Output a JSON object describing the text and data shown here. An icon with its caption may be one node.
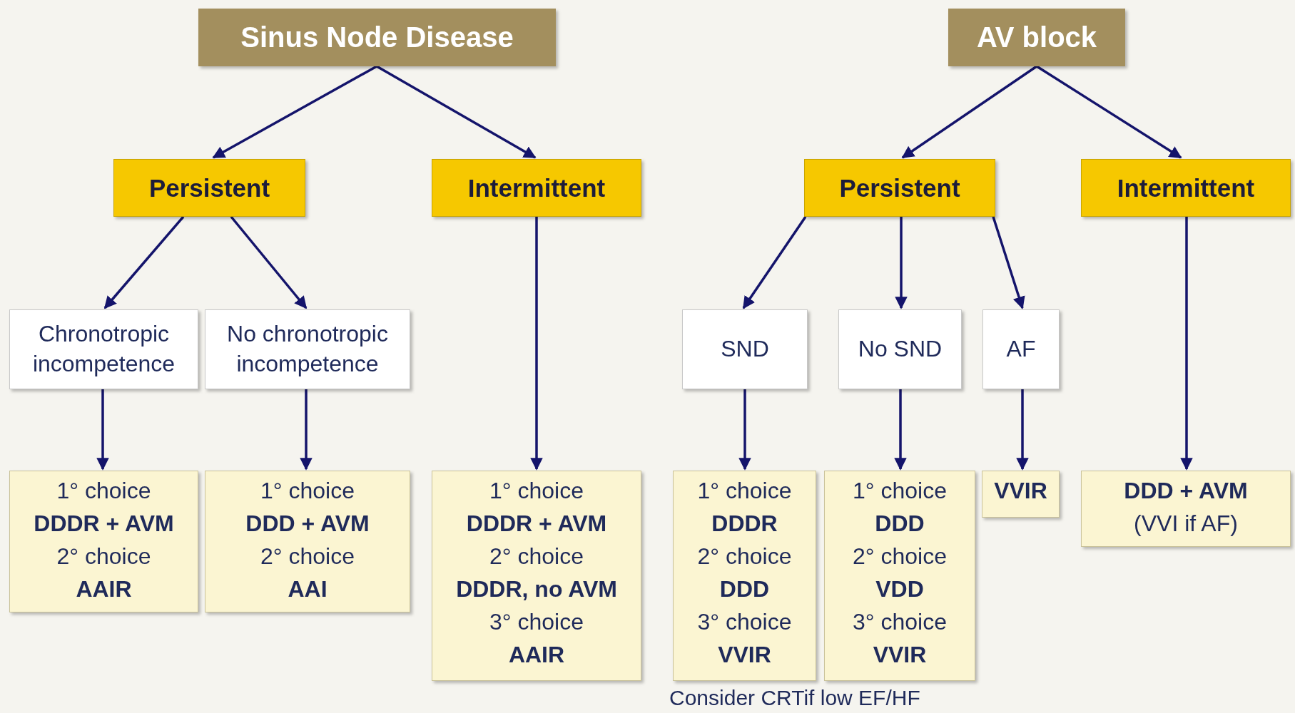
{
  "diagram": {
    "nodes": [
      {
        "text": [
          "Sinus Node Disease"
        ]
      },
      {
        "text": [
          "AV block"
        ]
      },
      {
        "text": [
          "Persistent"
        ]
      },
      {
        "text": [
          "Intermittent"
        ]
      },
      {
        "text": [
          "Chronotropic incompetence"
        ]
      },
      {
        "text": [
          "No chronotropic incompetence"
        ]
      },
      {
        "text": [
          "1° choice",
          "DDDR + AVM",
          "2° choice",
          "AAIR"
        ]
      },
      {
        "text": [
          "1° choice",
          "DDD + AVM",
          "2° choice",
          "AAI"
        ]
      },
      {
        "text": [
          "1° choice",
          "DDDR + AVM",
          "2° choice",
          "DDDR, no AVM",
          "3° choice",
          "AAIR"
        ]
      },
      {
        "text": [
          "Persistent"
        ]
      },
      {
        "text": [
          "Intermittent"
        ]
      },
      {
        "text": [
          "SND"
        ]
      },
      {
        "text": [
          "No SND"
        ]
      },
      {
        "text": [
          "AF"
        ]
      },
      {
        "text": [
          "1° choice",
          "DDDR",
          "2° choice",
          "DDD",
          "3° choice",
          "VVIR"
        ]
      },
      {
        "text": [
          "1° choice",
          "DDD",
          "2° choice",
          "VDD",
          "3° choice",
          "VVIR"
        ]
      },
      {
        "text": [
          "VVIR"
        ]
      },
      {
        "text": [
          "DDD + AVM",
          "(VVI if AF)"
        ]
      }
    ],
    "edges": [
      {
        "from": 0,
        "to": 2,
        "arrow": "to"
      },
      {
        "from": 0,
        "to": 3,
        "arrow": "to"
      },
      {
        "from": 1,
        "to": 9,
        "arrow": "to"
      },
      {
        "from": 1,
        "to": 10,
        "arrow": "to"
      },
      {
        "from": 2,
        "to": 4,
        "arrow": "to"
      },
      {
        "from": 2,
        "to": 5,
        "arrow": "to"
      },
      {
        "from": 3,
        "to": 8,
        "arrow": "to"
      },
      {
        "from": 4,
        "to": 6,
        "arrow": "to"
      },
      {
        "from": 5,
        "to": 7,
        "arrow": "to"
      },
      {
        "from": 9,
        "to": 11,
        "arrow": "to"
      },
      {
        "from": 9,
        "to": 12,
        "arrow": "to"
      },
      {
        "from": 9,
        "to": 13,
        "arrow": "to"
      },
      {
        "from": 10,
        "to": 17,
        "arrow": "to"
      },
      {
        "from": 11,
        "to": 14,
        "arrow": "to"
      },
      {
        "from": 12,
        "to": 15,
        "arrow": "to"
      },
      {
        "from": 13,
        "to": 16,
        "arrow": "to"
      }
    ],
    "labels": [
      "Consider CRTif low EF/HF"
    ]
  }
}
